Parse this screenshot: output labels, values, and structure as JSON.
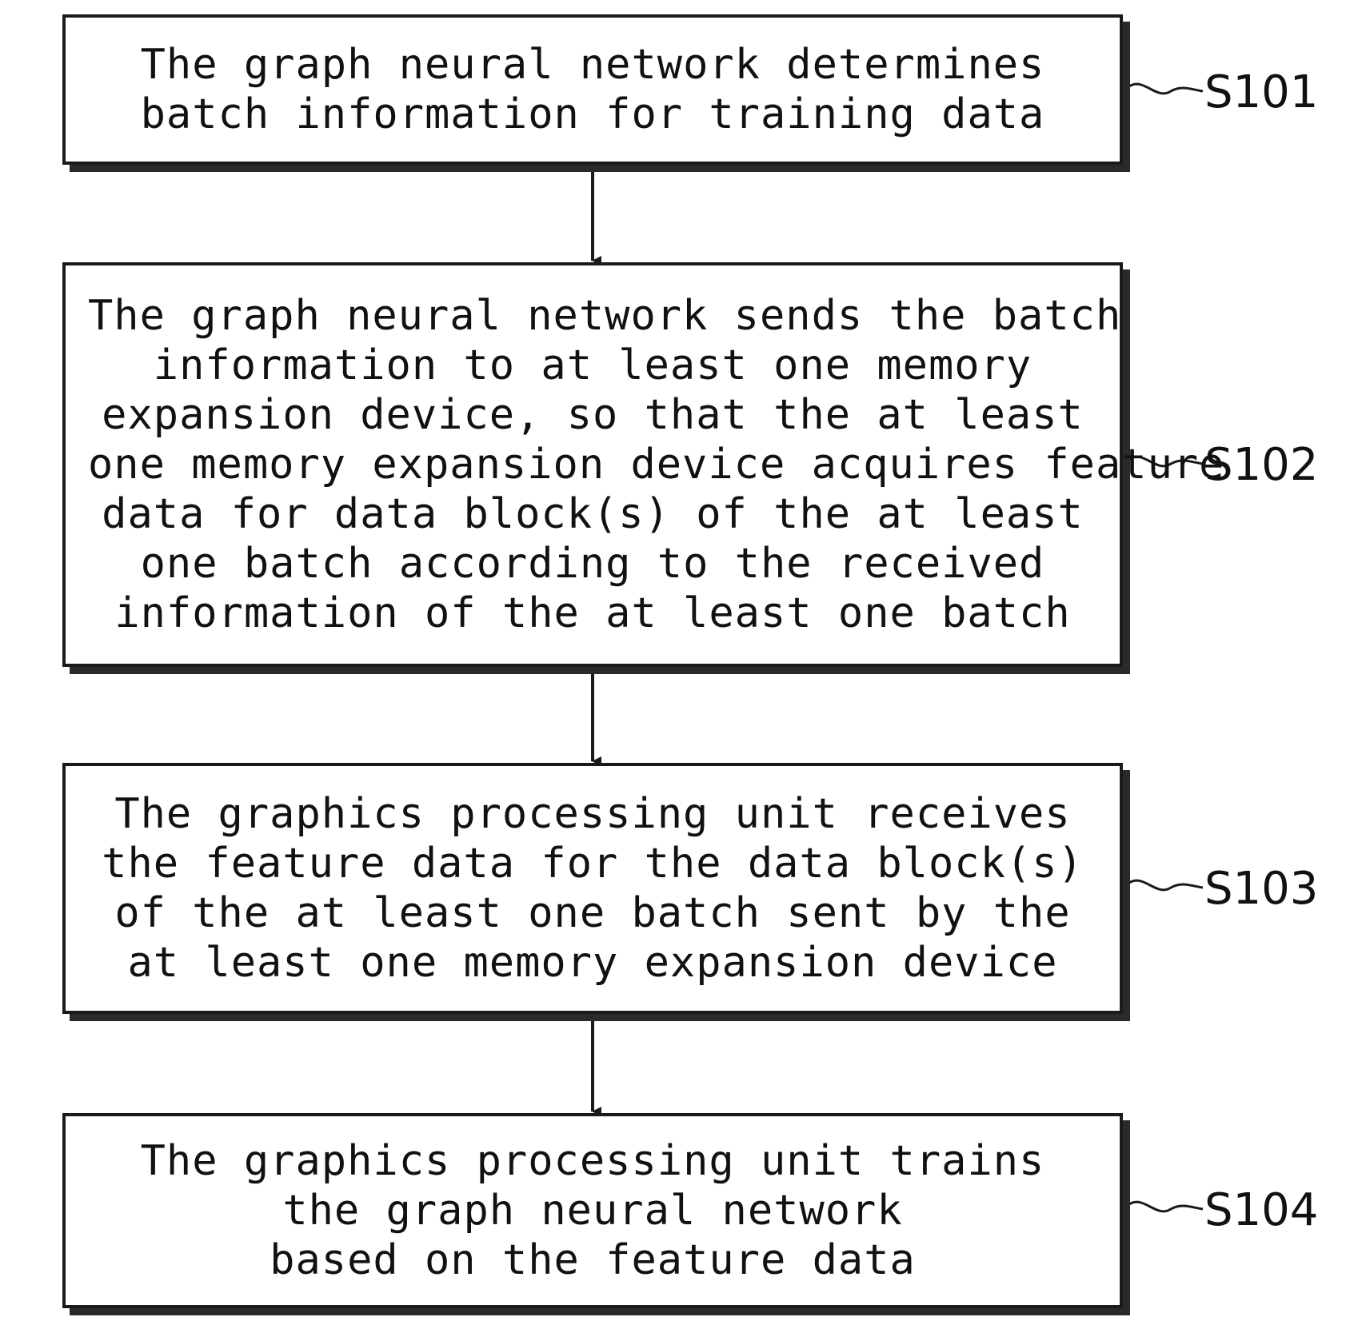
{
  "steps": [
    {
      "label": "S101",
      "lines": [
        "The graph neural network determines",
        "batch information for training data"
      ]
    },
    {
      "label": "S102",
      "lines": [
        "The graph neural network sends the batch",
        "information to at least one memory",
        "expansion device, so that the at least",
        "one memory expansion device acquires feature",
        "data for data block(s) of the at least",
        "one batch according to the received",
        "information of the at least one batch"
      ]
    },
    {
      "label": "S103",
      "lines": [
        "The graphics processing unit receives",
        "the feature data for the data block(s)",
        "of the at least one batch sent by the",
        "at least one memory expansion device"
      ]
    },
    {
      "label": "S104",
      "lines": [
        "The graphics processing unit trains",
        "the graph neural network",
        "based on the feature data"
      ]
    }
  ]
}
